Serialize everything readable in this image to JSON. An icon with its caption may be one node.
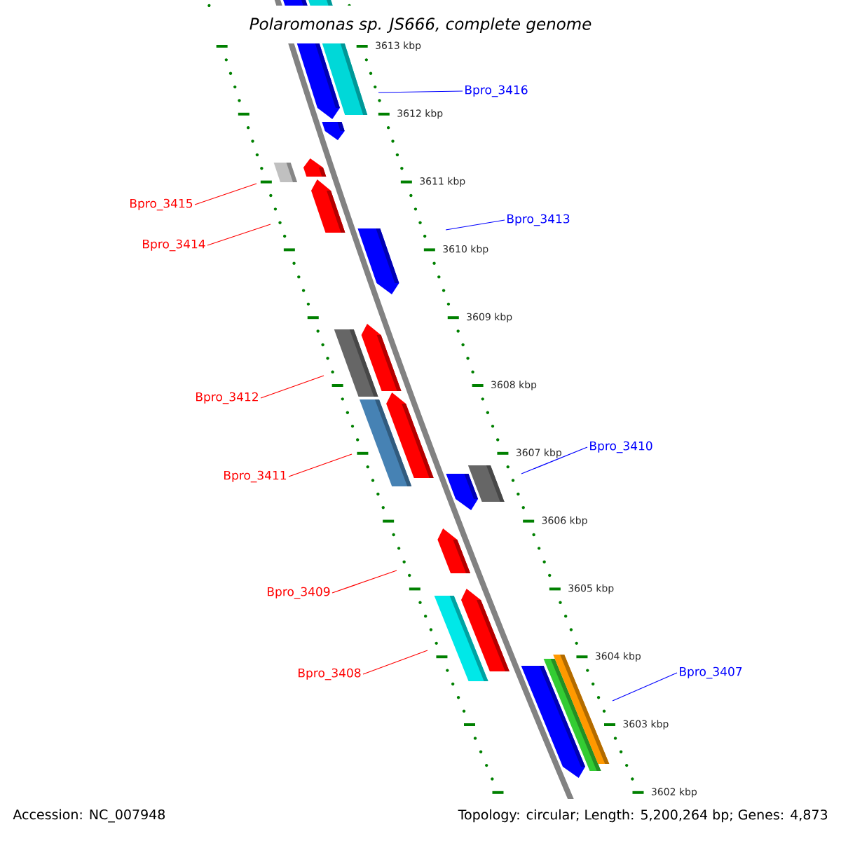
{
  "diagram": {
    "title": "Polaromonas sp. JS666, complete genome",
    "nodes": [
      {
        "text": [
          "Bpro_3416"
        ]
      },
      {
        "text": [
          "Bpro_3415"
        ]
      },
      {
        "text": [
          "Bpro_3413"
        ]
      },
      {
        "text": [
          "Bpro_3414"
        ]
      },
      {
        "text": [
          "Bpro_3412"
        ]
      },
      {
        "text": [
          "Bpro_3410"
        ]
      },
      {
        "text": [
          "Bpro_3411"
        ]
      },
      {
        "text": [
          "Bpro_3409"
        ]
      },
      {
        "text": [
          "Bpro_3408"
        ]
      },
      {
        "text": [
          "Bpro_3407"
        ]
      }
    ],
    "edges": [
      {
        "from": 0,
        "to": null,
        "arrow": "none",
        "color": "#0000ff"
      },
      {
        "from": 1,
        "to": null,
        "arrow": "none"
      },
      {
        "from": 2,
        "to": null,
        "arrow": "none",
        "color": "#0000ff"
      },
      {
        "from": 3,
        "to": null,
        "arrow": "none"
      },
      {
        "from": 4,
        "to": null,
        "arrow": "none"
      },
      {
        "from": 5,
        "to": null,
        "arrow": "none",
        "color": "#0000ff"
      },
      {
        "from": 6,
        "to": null,
        "arrow": "none"
      },
      {
        "from": 7,
        "to": null,
        "arrow": "none"
      },
      {
        "from": 8,
        "to": null,
        "arrow": "none"
      },
      {
        "from": 9,
        "to": null,
        "arrow": "none",
        "color": "#0000ff"
      }
    ],
    "labels": [
      "3613 kbp",
      "3612 kbp",
      "3611 kbp",
      "3610 kbp",
      "3609 kbp",
      "3608 kbp",
      "3607 kbp",
      "3606 kbp",
      "3605 kbp",
      "3604 kbp",
      "3603 kbp",
      "3602 kbp",
      "Accession: NC_007948",
      "Topology: circular; Length: 5,200,264 bp; Genes: 4,873"
    ]
  }
}
